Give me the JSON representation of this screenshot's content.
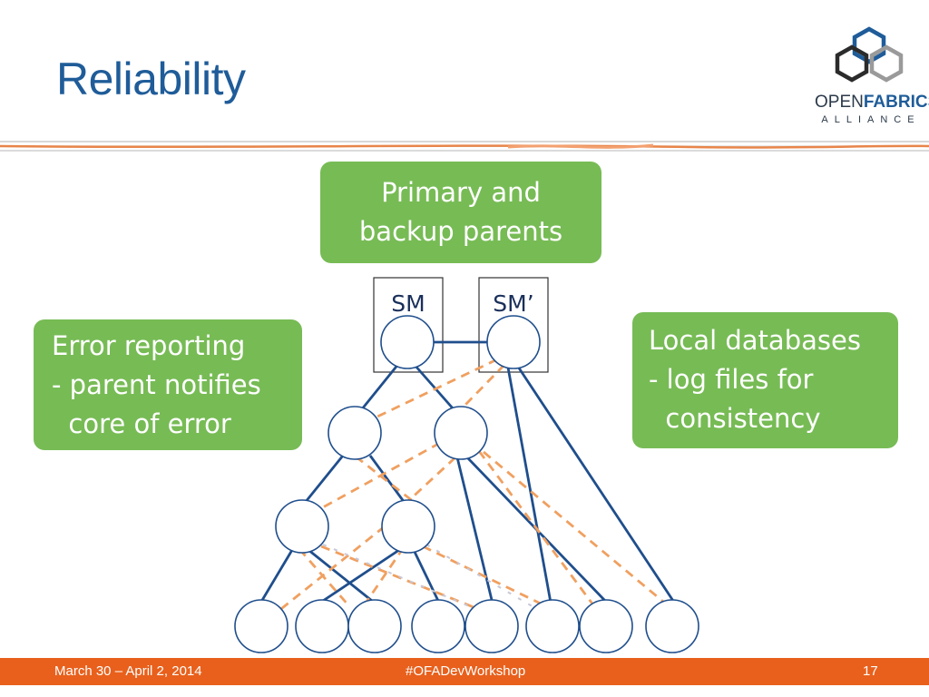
{
  "slide": {
    "title": "Reliability"
  },
  "logo": {
    "open": "OPEN",
    "fabrics": "FABRICS",
    "alliance": "ALLIANCE"
  },
  "callouts": {
    "top": [
      "Primary and",
      "backup parents"
    ],
    "left": [
      "Error reporting",
      "- parent notifies",
      "  core of error"
    ],
    "right": [
      "Local databases",
      "- log files for",
      "  consistency"
    ]
  },
  "diagram": {
    "sm_label": "SM",
    "sm_backup_label": "SM’"
  },
  "footer": {
    "date": "March 30 – April 2, 2014",
    "hashtag": "#OFADevWorkshop",
    "page": "17"
  },
  "colors": {
    "title": "#1f5c99",
    "callout": "#77bb55",
    "primary_link": "#1f4e8c",
    "backup_link": "#f0a060",
    "footer": "#e8601c"
  }
}
